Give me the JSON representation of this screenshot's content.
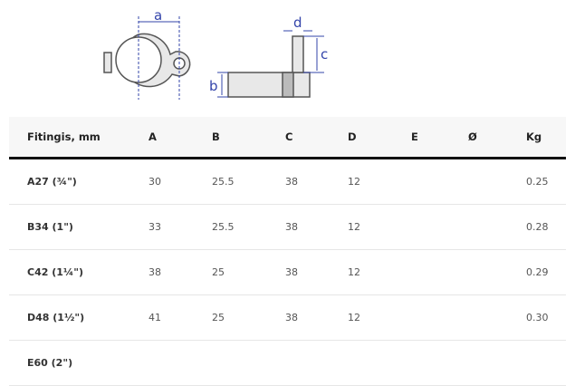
{
  "diagram": {
    "labels": [
      "a",
      "b",
      "c",
      "d"
    ]
  },
  "table": {
    "headers": [
      "Fitingis, mm",
      "A",
      "B",
      "C",
      "D",
      "E",
      "Ø",
      "Kg"
    ],
    "rows": [
      [
        "A27 (¾\")",
        "30",
        "25.5",
        "38",
        "12",
        "",
        "",
        "0.25"
      ],
      [
        "B34 (1\")",
        "33",
        "25.5",
        "38",
        "12",
        "",
        "",
        "0.28"
      ],
      [
        "C42 (1¼\")",
        "38",
        "25",
        "38",
        "12",
        "",
        "",
        "0.29"
      ],
      [
        "D48 (1½\")",
        "41",
        "25",
        "38",
        "12",
        "",
        "",
        "0.30"
      ],
      [
        "E60 (2\")",
        "",
        "",
        "",
        "",
        "",
        "",
        ""
      ]
    ]
  }
}
